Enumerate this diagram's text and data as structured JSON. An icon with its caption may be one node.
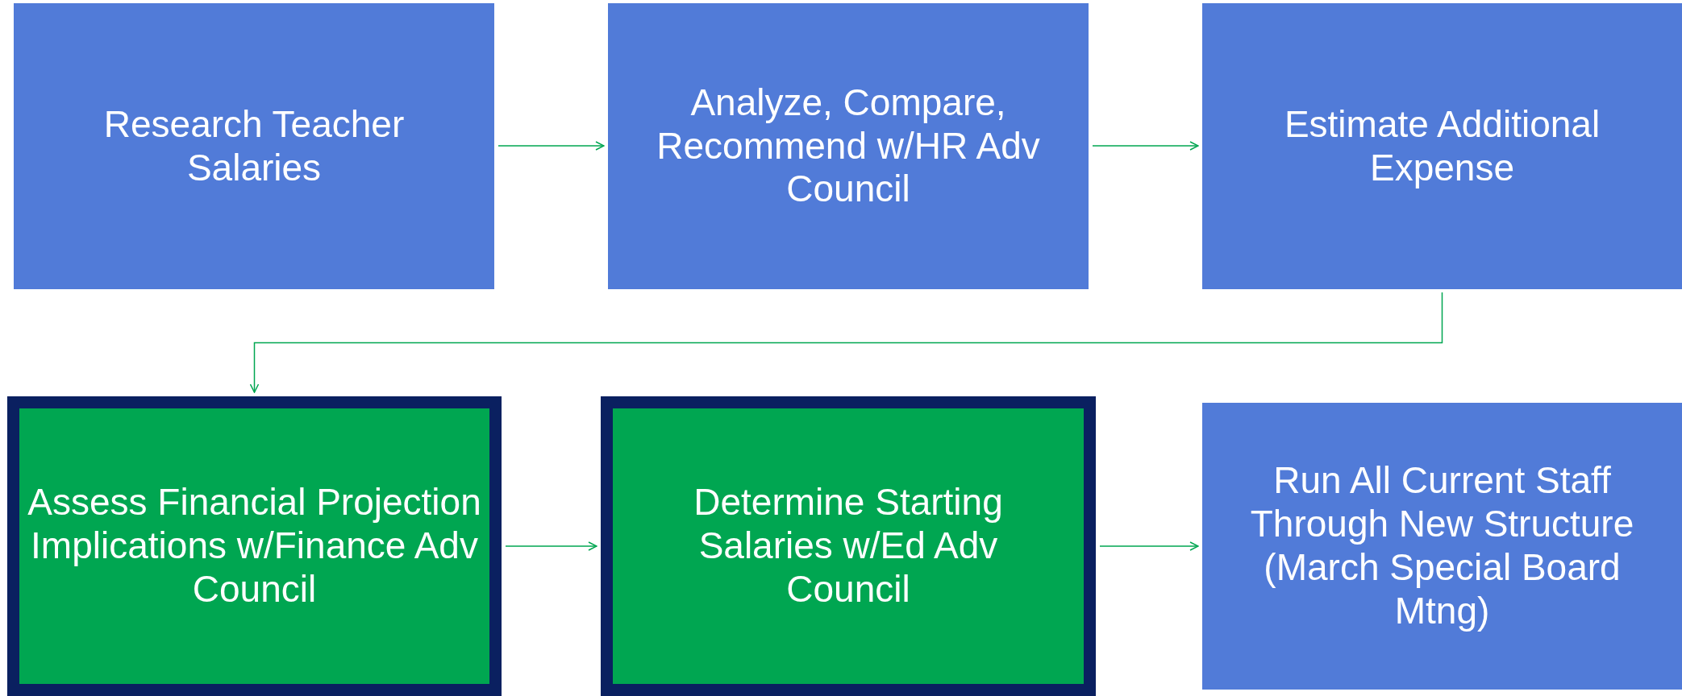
{
  "diagram": {
    "nodes": [
      {
        "text": [
          "Research Teacher Salaries"
        ]
      },
      {
        "text": [
          "Analyze, Compare, Recommend w/HR Adv Council"
        ]
      },
      {
        "text": [
          "Estimate Additional Expense"
        ]
      },
      {
        "text": [
          "Assess Financial Projection Implications w/Finance Adv Council"
        ]
      },
      {
        "text": [
          "Determine Starting Salaries w/Ed Adv Council"
        ]
      },
      {
        "text": [
          "Run All Current Staff Through New Structure (March Special Board Mtng)"
        ]
      }
    ],
    "edges": [
      {
        "from": 0,
        "to": 1,
        "arrow": "to"
      },
      {
        "from": 1,
        "to": 2,
        "arrow": "to"
      },
      {
        "from": 2,
        "to": 3,
        "arrow": "to"
      },
      {
        "from": 3,
        "to": 4,
        "arrow": "to"
      },
      {
        "from": 4,
        "to": 5,
        "arrow": "to"
      }
    ]
  }
}
